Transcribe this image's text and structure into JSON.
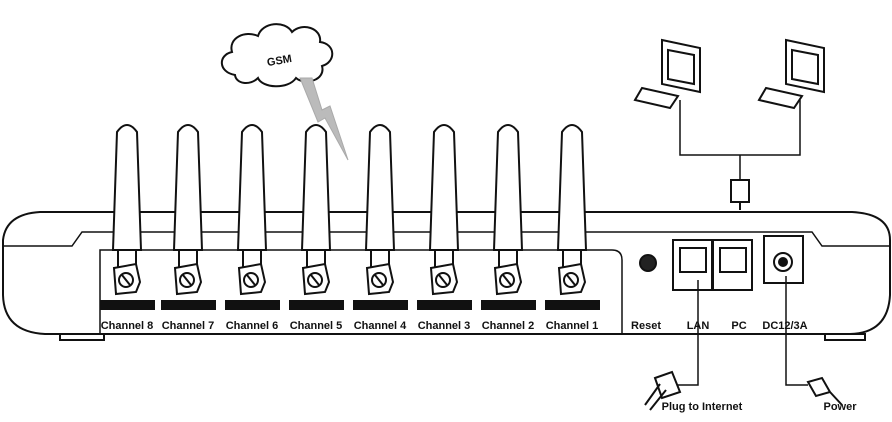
{
  "cloud_label": "GSM",
  "channels": [
    "Channel 8",
    "Channel 7",
    "Channel 6",
    "Channel 5",
    "Channel 4",
    "Channel 3",
    "Channel 2",
    "Channel 1"
  ],
  "ports": {
    "reset": "Reset",
    "lan": "LAN",
    "pc": "PC",
    "dc": "DC12/3A"
  },
  "cables": {
    "internet": "Plug to Internet",
    "power": "Power"
  },
  "colors": {
    "line": "#111111",
    "bolt": "#bbbbbb"
  }
}
